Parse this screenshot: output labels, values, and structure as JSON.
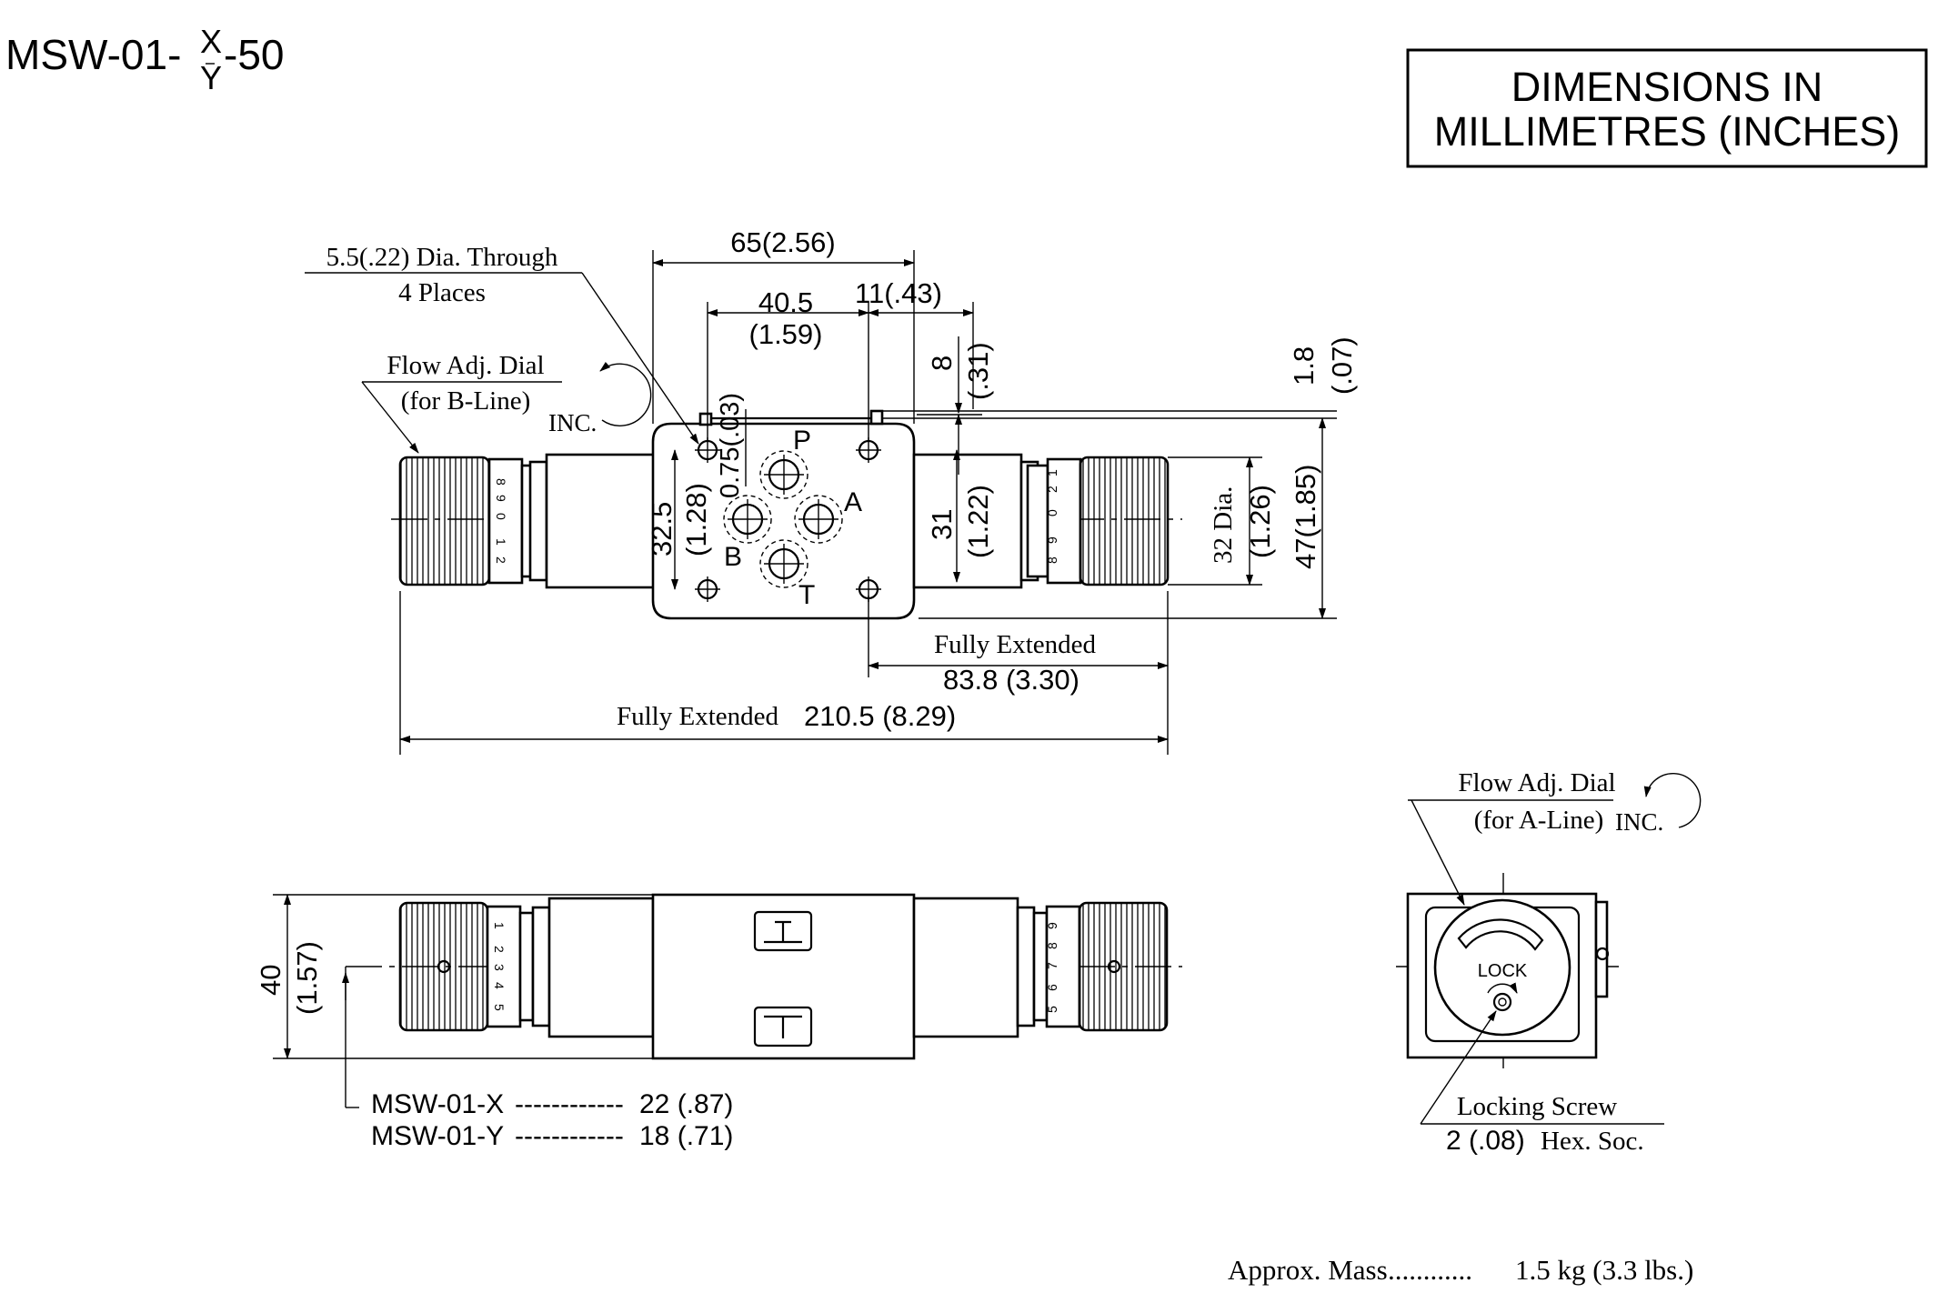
{
  "title": {
    "prefix": "MSW-01-",
    "upper": "X",
    "lower": "Y",
    "suffix": "-50"
  },
  "units_box": {
    "line1": "DIMENSIONS IN",
    "line2": "MILLIMETRES (INCHES)"
  },
  "top_view": {
    "hole_note_1": "5.5(.22) Dia. Through",
    "hole_note_2": "4 Places",
    "dial_b_1": "Flow Adj. Dial",
    "dial_b_2": "(for B-Line)",
    "inc": "INC.",
    "dim_65": "65(2.56)",
    "dim_40_5": "40.5",
    "dim_40_5_in": "(1.59)",
    "dim_11": "11(.43)",
    "dim_8": "8",
    "dim_8_in": "(.31)",
    "dim_1_8": "1.8",
    "dim_1_8_in": "(.07)",
    "dim_0_75": "0.75(.03)",
    "dim_32_5": "32.5",
    "dim_32_5_in": "(1.28)",
    "dim_31": "31",
    "dim_31_in": "(1.22)",
    "dim_32_dia": "32 Dia.",
    "dim_32_dia_in": "(1.26)",
    "dim_47": "47(1.85)",
    "port_p": "P",
    "port_a": "A",
    "port_b": "B",
    "port_t": "T",
    "fully_ext_1": "Fully Extended",
    "dim_83_8": "83.8 (3.30)",
    "fully_ext_2": "Fully Extended",
    "dim_210_5": "210.5 (8.29)",
    "left_scale": [
      "8",
      "9",
      "0",
      "1",
      "2"
    ],
    "right_scale": [
      "1",
      "2",
      "0",
      "9",
      "8"
    ]
  },
  "side_view": {
    "dim_40": "40",
    "dim_40_in": "(1.57)",
    "left_scale": [
      "1",
      "2",
      "3",
      "4",
      "5"
    ],
    "right_scale": [
      "9",
      "8",
      "7",
      "6",
      "5"
    ],
    "x_label": "MSW-01-X",
    "x_dots": "------------",
    "x_value": "22 (.87)",
    "y_label": "MSW-01-Y",
    "y_dots": "------------",
    "y_value": "18 (.71)"
  },
  "end_view": {
    "dial_a_1": "Flow Adj. Dial",
    "dial_a_2": "(for A-Line)",
    "inc": "INC.",
    "lock": "LOCK",
    "locking_screw": "Locking Screw",
    "hex_size": "2 (.08)",
    "hex_soc": "Hex. Soc."
  },
  "mass": {
    "label": "Approx. Mass",
    "dots": "............",
    "value": "1.5 kg (3.3 lbs.)"
  }
}
